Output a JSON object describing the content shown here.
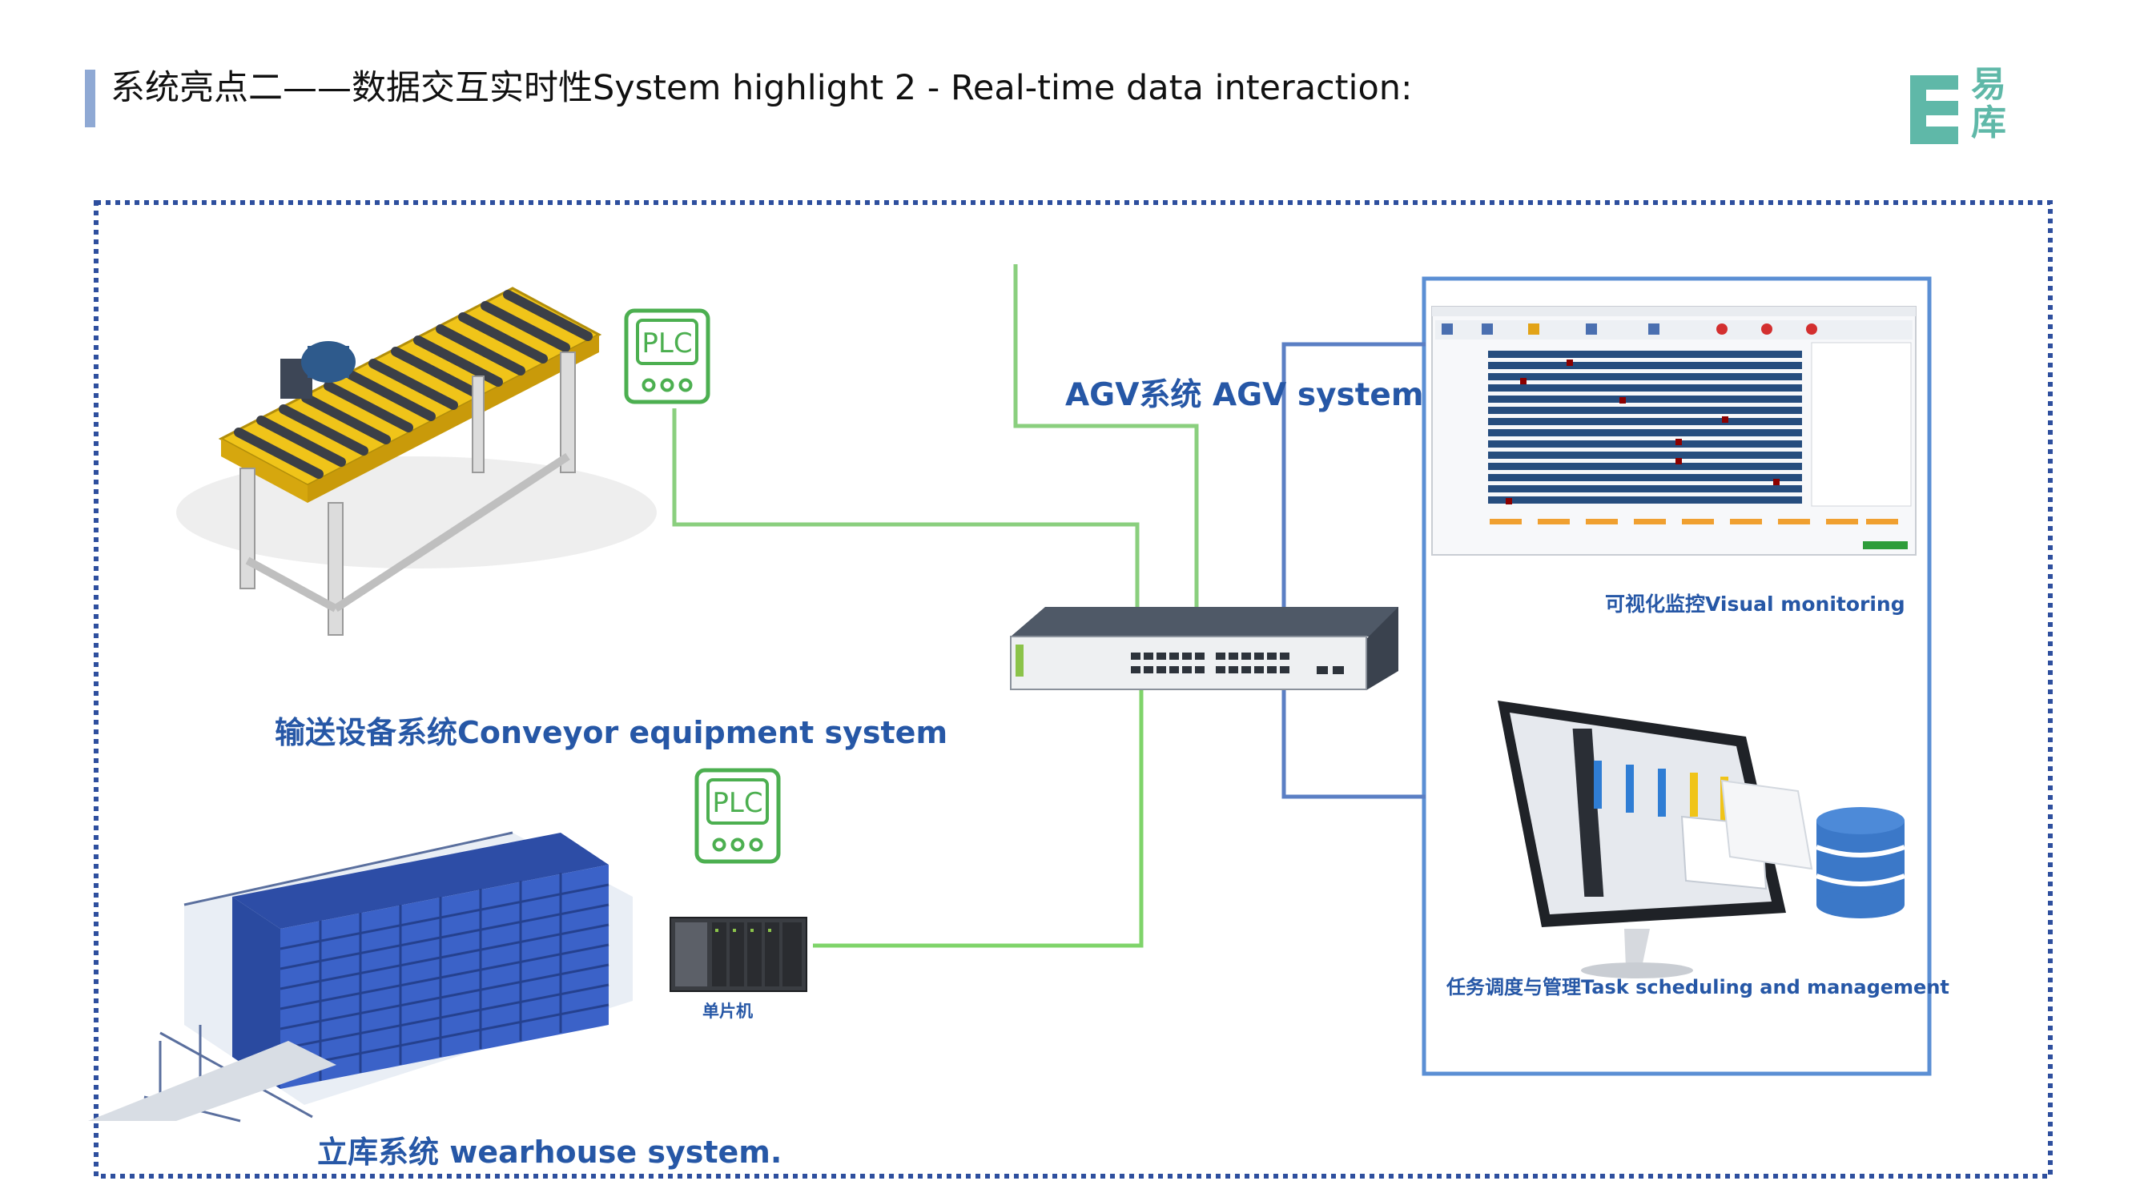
{
  "header": {
    "title": "系统亮点二——数据交互实时性System highlight 2 - Real-time data interaction:"
  },
  "logo": {
    "letters": [
      "易",
      "库"
    ],
    "color": "#5fb8a8"
  },
  "labels": {
    "conveyor": "输送设备系统Conveyor equipment system",
    "warehouse": "立库系统 wearhouse system.",
    "agv": "AGV系统 AGV system",
    "visual_monitoring": "可视化监控Visual monitoring",
    "task_scheduling": "任务调度与管理Task scheduling and management",
    "mcu": "单片机"
  },
  "plc_text": "PLC",
  "colors": {
    "border": "#2e4f9e",
    "panel_border": "#5b8fd4",
    "label_blue": "#2657a6",
    "green_line": "#8acf7e",
    "green_line_bright": "#7fd46a",
    "blue_line": "#5b7fc4",
    "plc_green": "#4caf50",
    "db_blue": "#3b78c8"
  },
  "icons": [
    "plc-icon",
    "conveyor-image",
    "network-switch-image",
    "warehouse-rack-image",
    "microcontroller-image",
    "database-icon",
    "monitor-screen-image"
  ]
}
